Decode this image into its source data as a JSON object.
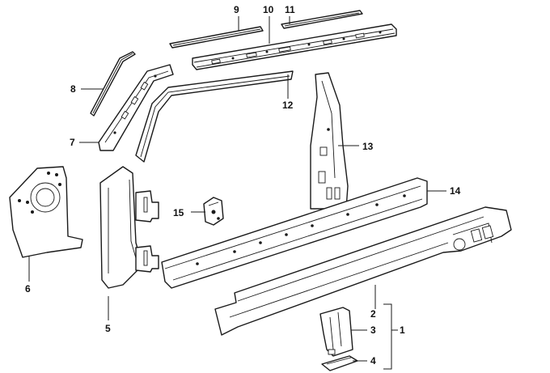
{
  "diagram": {
    "callouts": [
      "1",
      "2",
      "3",
      "4",
      "5",
      "6",
      "7",
      "8",
      "9",
      "10",
      "11",
      "12",
      "13",
      "14",
      "15"
    ],
    "colors": {
      "line": "#1a1a1a",
      "background": "#ffffff"
    }
  }
}
